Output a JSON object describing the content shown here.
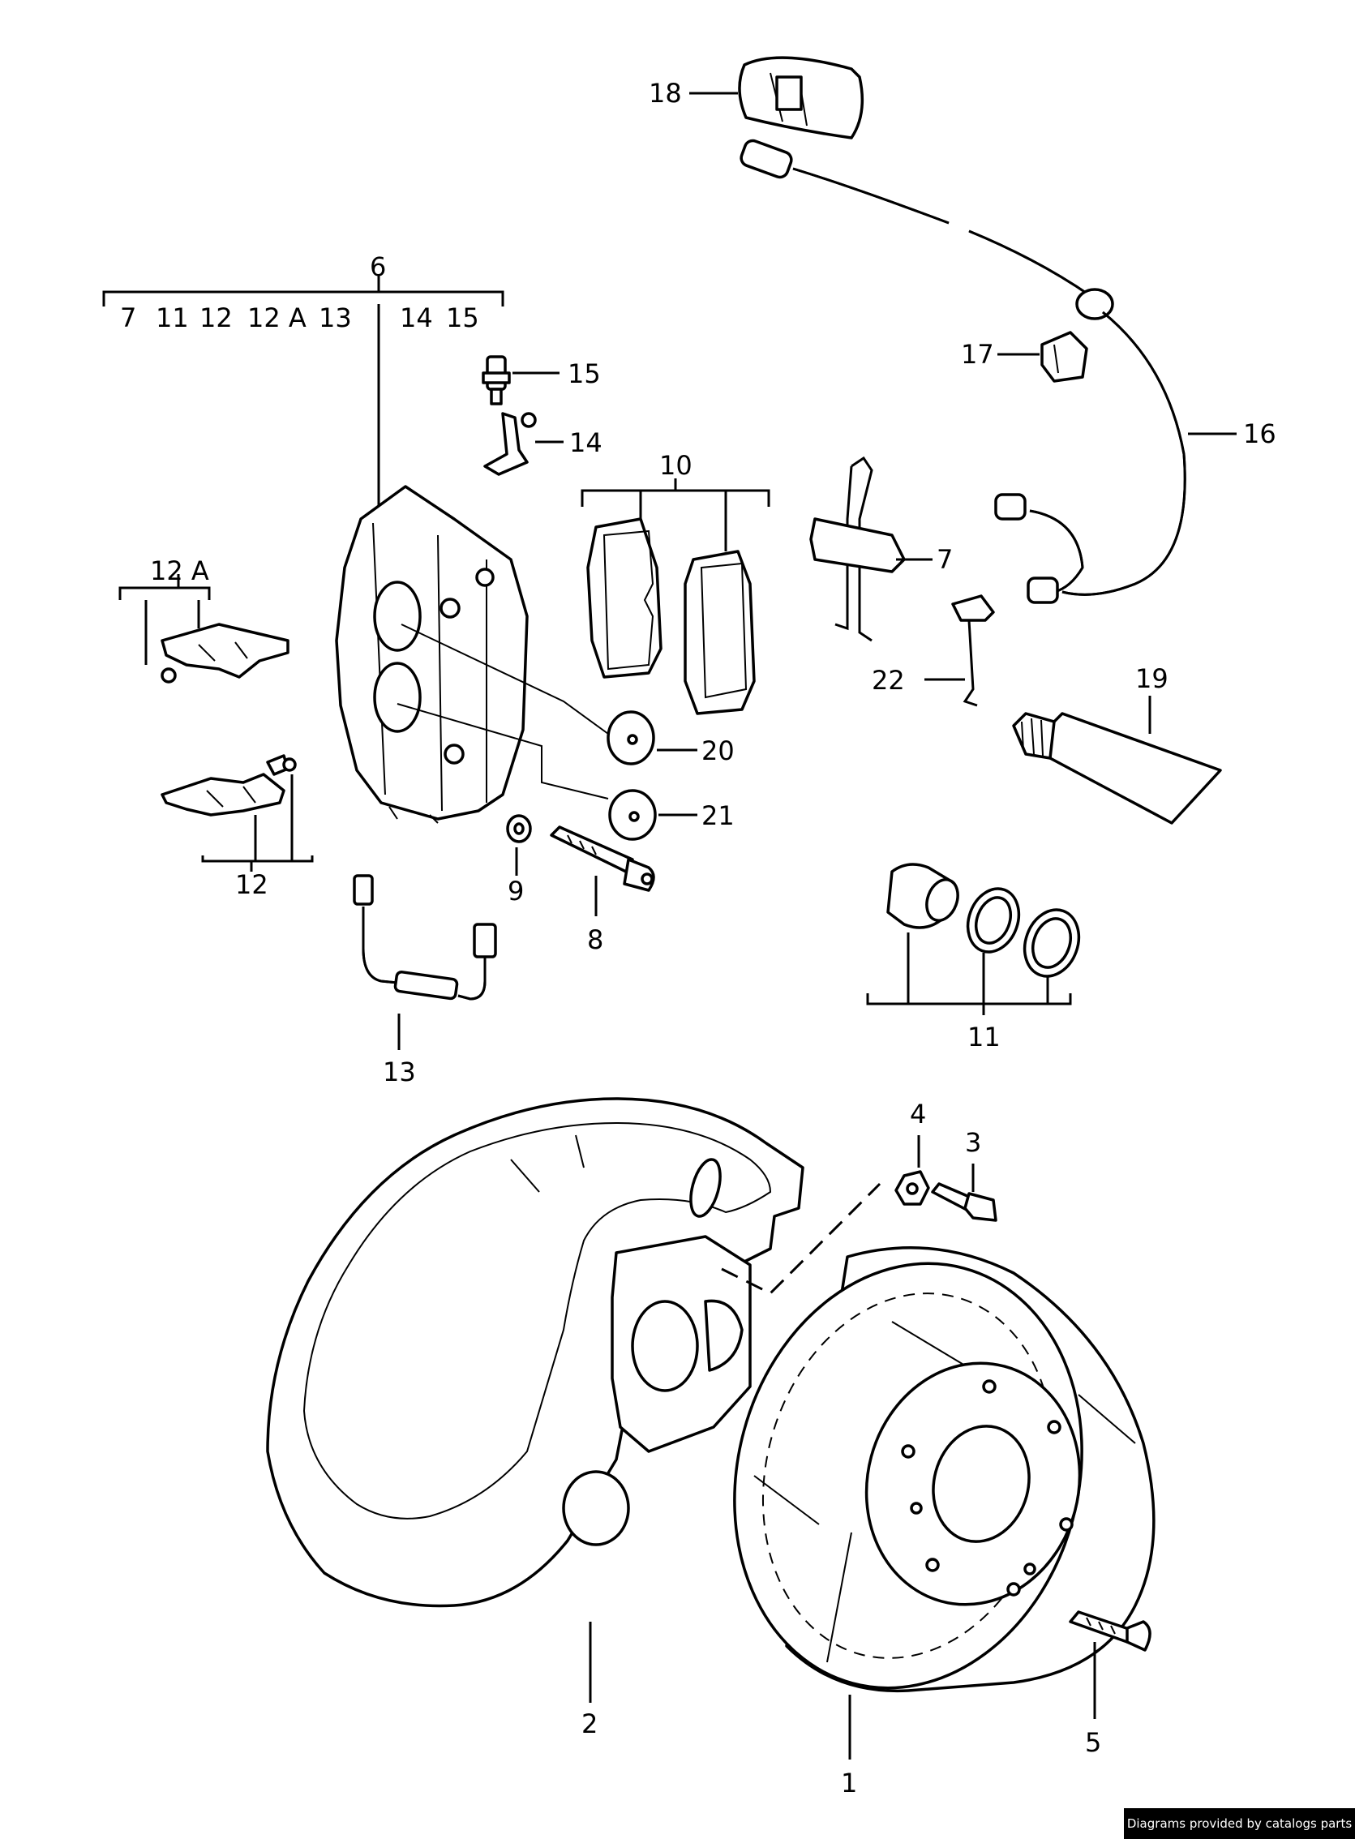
{
  "callouts": {
    "p1": "1",
    "p2": "2",
    "p3": "3",
    "p4": "4",
    "p5": "5",
    "p6": "6",
    "p7": "7",
    "p8": "8",
    "p9": "9",
    "p10": "10",
    "p11": "11",
    "p12": "12",
    "p12a": "12 A",
    "p13": "13",
    "p14": "14",
    "p15": "15",
    "p16": "16",
    "p17": "17",
    "p18": "18",
    "p19": "19",
    "p20": "20",
    "p21": "21",
    "p22": "22"
  },
  "kit_list": [
    "7",
    "11",
    "12",
    "12 A",
    "13",
    "14",
    "15"
  ],
  "credit": "Diagrams provided by catalogs parts"
}
